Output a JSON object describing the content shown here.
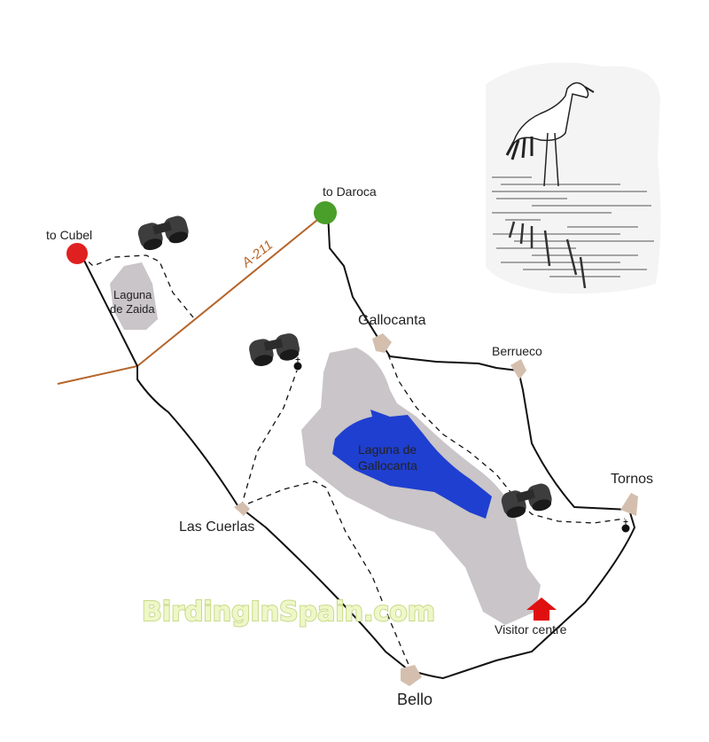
{
  "places": {
    "to_cubel": "to Cubel",
    "to_daroca": "to Daroca",
    "road": "A-211",
    "laguna_zaida_line1": "Laguna",
    "laguna_zaida_line2": "de Zaida",
    "gallocanta": "Gallocanta",
    "berrueco": "Berrueco",
    "laguna_gallocanta_line1": "Laguna de",
    "laguna_gallocanta_line2": "Gallocanta",
    "tornos": "Tornos",
    "las_cuerlas": "Las Cuerlas",
    "visitor_centre": "Visitor  centre",
    "bello": "Bello"
  },
  "watermark": "BirdingInSpain.com",
  "colors": {
    "endpoint_cubel": "#e02020",
    "endpoint_daroca": "#4a9e2a",
    "road": "#b5652a",
    "lake_water": "#1f3fd0",
    "lake_bed": "#c9c5c8",
    "village": "#d4bfae",
    "visitor_marker": "#e01010",
    "track": "#111111"
  },
  "icons": [
    "binoculars-icon",
    "crane-illustration",
    "visitor-centre-arrow-icon",
    "church-icon"
  ]
}
